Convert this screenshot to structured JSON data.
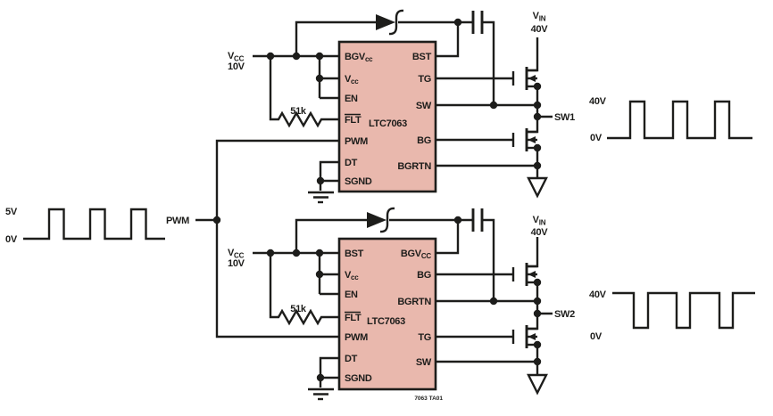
{
  "colors": {
    "ic_fill": "#e9b8ad",
    "line": "#1d1d1b",
    "note_color": "#8b2025"
  },
  "ic1": {
    "part": "LTC7063",
    "pins_left": [
      {
        "t": "BGV",
        "sub": "cc"
      },
      {
        "t": "V",
        "sub": "cc"
      },
      {
        "t": "EN"
      },
      {
        "t": "FLT",
        "overline": true
      },
      {
        "t": "PWM"
      },
      {
        "t": "DT"
      },
      {
        "t": "SGND"
      }
    ],
    "pins_right": [
      {
        "t": "BST"
      },
      {
        "t": "TG"
      },
      {
        "t": "SW"
      },
      {
        "t": "BG"
      },
      {
        "t": "BGRTN"
      }
    ]
  },
  "ic2": {
    "part": "LTC7063",
    "pins_left": [
      {
        "t": "BST"
      },
      {
        "t": "V",
        "sub": "cc"
      },
      {
        "t": "EN"
      },
      {
        "t": "FLT",
        "overline": true
      },
      {
        "t": "PWM"
      },
      {
        "t": "DT"
      },
      {
        "t": "SGND"
      }
    ],
    "pins_right": [
      {
        "t": "BGV",
        "sub": "CC"
      },
      {
        "t": "BG"
      },
      {
        "t": "BGRTN"
      },
      {
        "t": "TG"
      },
      {
        "t": "SW"
      }
    ]
  },
  "sources": {
    "vcc1": {
      "t": "V",
      "sub": "CC",
      "value": "10V"
    },
    "vcc2": {
      "t": "V",
      "sub": "CC",
      "value": "10V"
    },
    "vin1": {
      "t": "V",
      "sub": "IN",
      "value": "40V"
    },
    "vin2": {
      "t": "V",
      "sub": "IN",
      "value": "40V"
    }
  },
  "resistors": {
    "r1": "51k",
    "r2": "51k"
  },
  "nets": {
    "pwm": "PWM",
    "sw1": "SW1",
    "sw2": "SW2"
  },
  "waveforms": {
    "pwm_in": {
      "high_label": "5V",
      "low_label": "0V",
      "high_v": 5,
      "low_v": 0,
      "pulses": 3,
      "shape": "square, idles low"
    },
    "sw1": {
      "high_label": "40V",
      "low_label": "0V",
      "high_v": 40,
      "low_v": 0,
      "pulses": 3,
      "shape": "square, idles low"
    },
    "sw2": {
      "high_label": "40V",
      "low_label": "0V",
      "high_v": 40,
      "low_v": 0,
      "pulses": 3,
      "shape": "square, idles high (inverted)"
    }
  },
  "note": "7063 TA01"
}
